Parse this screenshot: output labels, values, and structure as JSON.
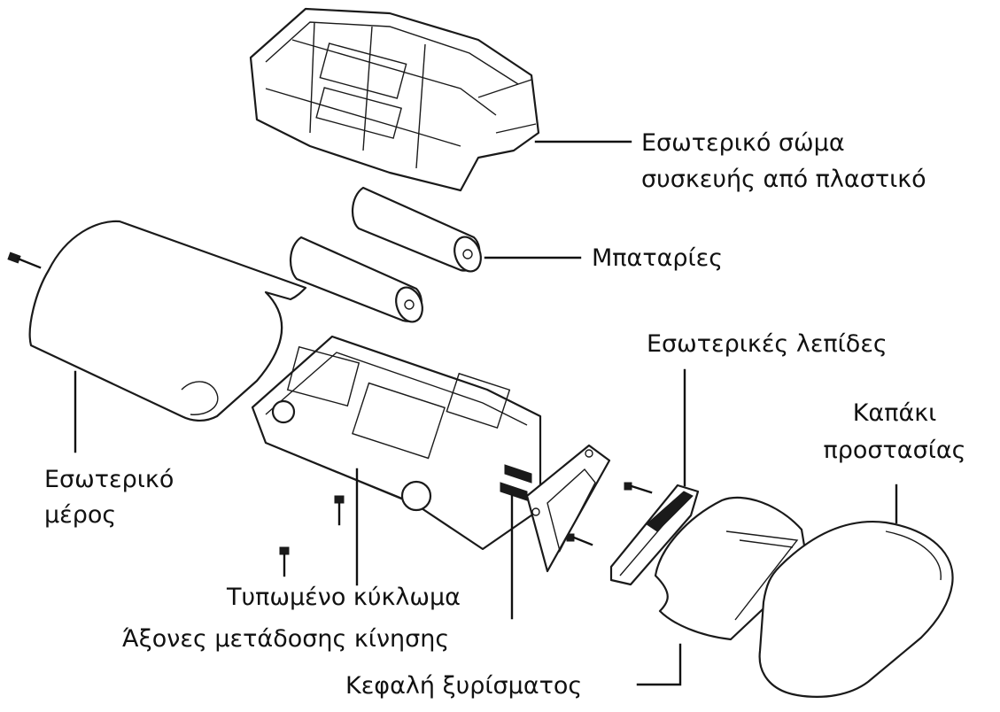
{
  "labels": {
    "inner_body_line1": "Εσωτερικό σώμα",
    "inner_body_line2": "συσκευής από πλαστικό",
    "batteries": "Μπαταρίες",
    "inner_blades": "Εσωτερικές λεπίδες",
    "cap_line1": "Καπάκι",
    "cap_line2": "προστασίας",
    "inner_part_line1": "Εσωτερικό",
    "inner_part_line2": "μέρος",
    "pcb": "Τυπωμένο κύκλωμα",
    "drive_shafts": "Άξονες μετάδοσης κίνησης",
    "shaving_head": "Κεφαλή ξυρίσματος"
  },
  "colors": {
    "ink": "#111111",
    "paper": "#ffffff"
  }
}
